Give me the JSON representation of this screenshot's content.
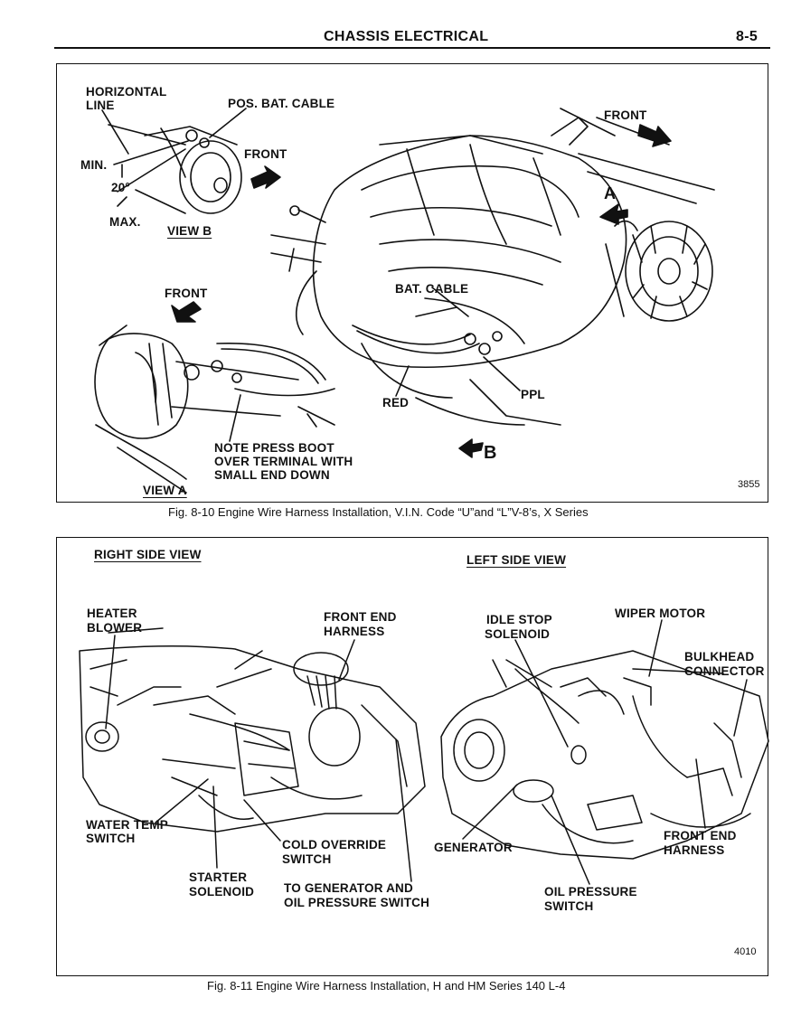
{
  "header": {
    "section_title": "CHASSIS ELECTRICAL",
    "page_number": "8-5"
  },
  "figure_8_10": {
    "labels": {
      "horizontal_line_1": "HORIZONTAL",
      "horizontal_line_2": "LINE",
      "pos_bat_cable": "POS. BAT. CABLE",
      "front_view_b": "FRONT",
      "min": "MIN.",
      "angle": "20°",
      "max": "MAX.",
      "view_b": "VIEW B",
      "front_top": "FRONT",
      "arrow_a": "A",
      "front_view_a": "FRONT",
      "bat_cable": "BAT. CABLE",
      "red": "RED",
      "ppl": "PPL",
      "note_1": "NOTE PRESS BOOT",
      "note_2": "OVER TERMINAL WITH",
      "note_3": "SMALL END DOWN",
      "arrow_b": "B",
      "view_a": "VIEW A"
    },
    "figure_number": "3855",
    "caption": "Fig. 8-10 Engine Wire Harness Installation, V.I.N. Code “U”and “L”V-8’s, X Series"
  },
  "figure_8_11": {
    "labels": {
      "right_side_view": "RIGHT SIDE VIEW",
      "left_side_view": "LEFT SIDE VIEW",
      "heater_blower_1": "HEATER",
      "heater_blower_2": "BLOWER",
      "front_end_harness_1": "FRONT END",
      "front_end_harness_2": "HARNESS",
      "idle_stop_1": "IDLE STOP",
      "idle_stop_2": "SOLENOID",
      "wiper_motor": "WIPER MOTOR",
      "bulkhead_1": "BULKHEAD",
      "bulkhead_2": "CONNECTOR",
      "water_temp_1": "WATER TEMP",
      "water_temp_2": "SWITCH",
      "cold_override_1": "COLD OVERRIDE",
      "cold_override_2": "SWITCH",
      "generator": "GENERATOR",
      "front_end_harness_r1": "FRONT END",
      "front_end_harness_r2": "HARNESS",
      "starter_1": "STARTER",
      "starter_2": "SOLENOID",
      "to_generator_1": "TO GENERATOR AND",
      "to_generator_2": "OIL PRESSURE SWITCH",
      "oil_pressure_1": "OIL PRESSURE",
      "oil_pressure_2": "SWITCH"
    },
    "figure_number": "4010",
    "caption": "Fig. 8-11 Engine Wire Harness Installation, H and HM Series 140 L-4"
  }
}
